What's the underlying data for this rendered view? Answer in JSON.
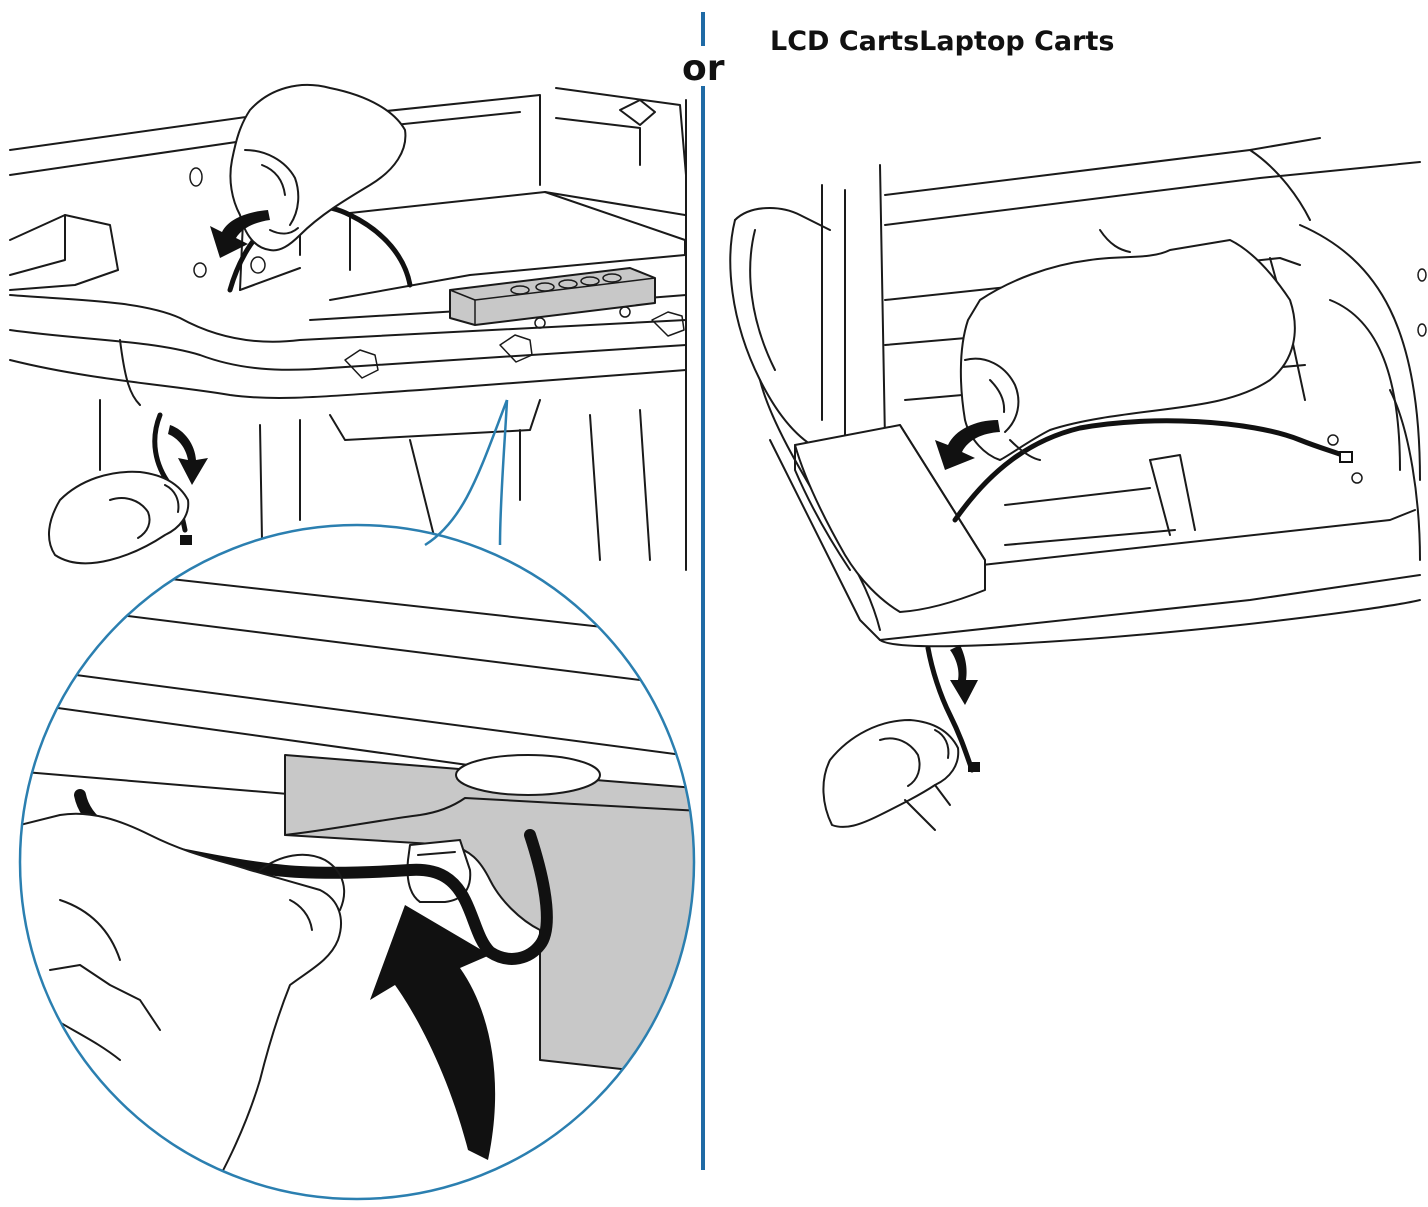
{
  "header": {
    "or_label": "or",
    "right_title": "LCD CartsLaptop Carts"
  },
  "colors": {
    "divider": "#1f6aa5",
    "callout_circle": "#2b7fb0",
    "ink": "#1a1a1a",
    "grey_fill": "#c8c8c8"
  },
  "illustrations": {
    "left_panel": "cart-top-cable-routing",
    "left_detail": "cable-clip-detail-callout",
    "right_panel": "laptop-cart-cable-routing"
  }
}
